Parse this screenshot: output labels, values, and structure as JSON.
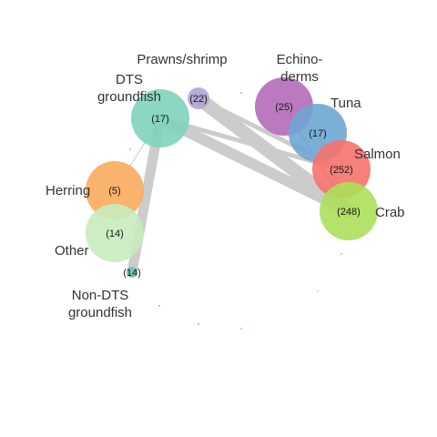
{
  "nodes": [
    {
      "id": "prawns",
      "label_lines": [
        "Prawns/shrimp"
      ],
      "count": "(22)",
      "color": "#b3a6d6"
    },
    {
      "id": "echinoderms",
      "label_lines": [
        "Echino-",
        "derms"
      ],
      "count": "(25)",
      "color": "#b46bb8"
    },
    {
      "id": "dts",
      "label_lines": [
        "DTS",
        "groundfish"
      ],
      "count": "(17)",
      "color": "#7ed3bd"
    },
    {
      "id": "tuna",
      "label_lines": [
        "Tuna"
      ],
      "count": "(17)",
      "color": "#6ea6d1"
    },
    {
      "id": "salmon",
      "label_lines": [
        "Salmon"
      ],
      "count": "(252)",
      "color": "#f6726b"
    },
    {
      "id": "herring",
      "label_lines": [
        "Herring"
      ],
      "count": "(5)",
      "color": "#f9ab5c"
    },
    {
      "id": "crab",
      "label_lines": [
        "Crab"
      ],
      "count": "(248)",
      "color": "#addf5a"
    },
    {
      "id": "other",
      "label_lines": [
        "Other"
      ],
      "count": "(14)",
      "color": "#c8ebbe"
    },
    {
      "id": "nondts",
      "label_lines": [
        "Non-DTS",
        "groundfish"
      ],
      "count": "(14)",
      "color": "#6cc7b4"
    }
  ],
  "edge_color": "#cccccc"
}
